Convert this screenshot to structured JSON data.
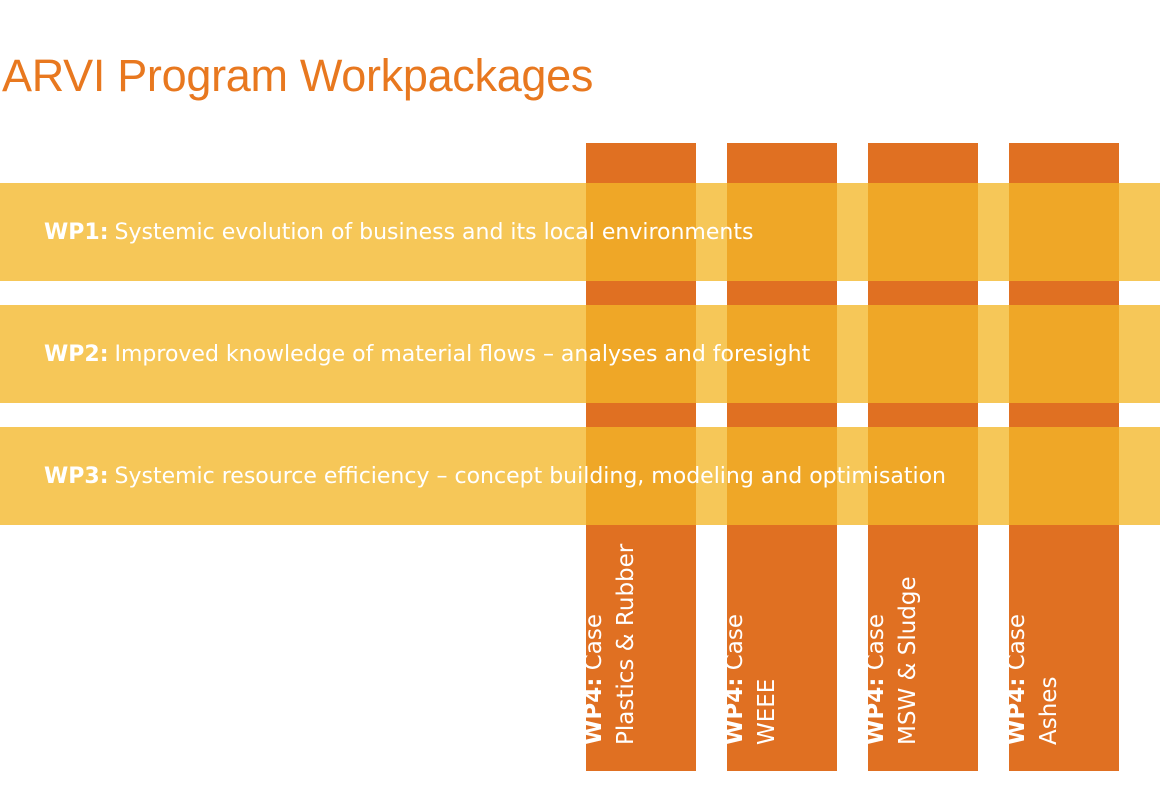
{
  "title": "ARVI Program Workpackages",
  "colors": {
    "title": "#e8781f",
    "column": "#e07022",
    "band": "#f3b729",
    "text": "#ffffff"
  },
  "bands": [
    {
      "label": "WP1:",
      "text": "Systemic evolution of business and its local environments"
    },
    {
      "label": "WP2:",
      "text": "Improved knowledge of material flows – analyses and foresight"
    },
    {
      "label": "WP3:",
      "text": "Systemic resource efficiency – concept building, modeling and optimisation"
    }
  ],
  "cases": [
    {
      "label": "WP4:",
      "case_word": "Case",
      "name": "Plastics & Rubber"
    },
    {
      "label": "WP4:",
      "case_word": "Case",
      "name": "WEEE"
    },
    {
      "label": "WP4:",
      "case_word": "Case",
      "name": "MSW & Sludge"
    },
    {
      "label": "WP4:",
      "case_word": "Case",
      "name": "Ashes"
    }
  ]
}
